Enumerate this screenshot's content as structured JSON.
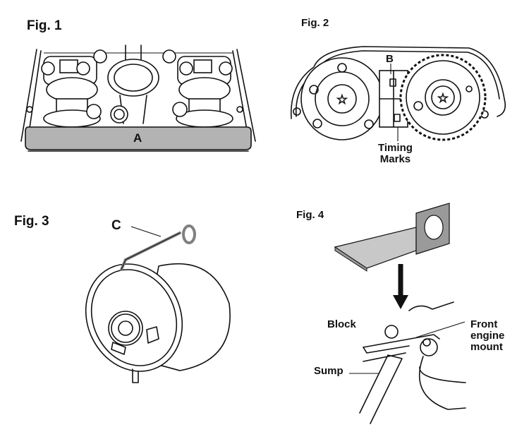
{
  "figures": [
    {
      "title": "Fig. 1",
      "callouts": [
        {
          "label": "A"
        }
      ],
      "colors": {
        "tool": "#b3b3b3",
        "line": "#111111"
      }
    },
    {
      "title": "Fig. 2",
      "callouts": [
        {
          "label": "B"
        },
        {
          "label_line1": "Timing",
          "label_line2": "Marks"
        }
      ]
    },
    {
      "title": "Fig. 3",
      "callouts": [
        {
          "label": "C"
        }
      ],
      "colors": {
        "pin": "#808080"
      }
    },
    {
      "title": "Fig. 4",
      "callouts": [
        {
          "label": "Block"
        },
        {
          "label_line1": "Front",
          "label_line2": "engine",
          "label_line3": "mount"
        },
        {
          "label": "Sump"
        }
      ],
      "colors": {
        "tool_face": "#c8c8c8",
        "tool_side": "#9a9a9a"
      }
    }
  ]
}
